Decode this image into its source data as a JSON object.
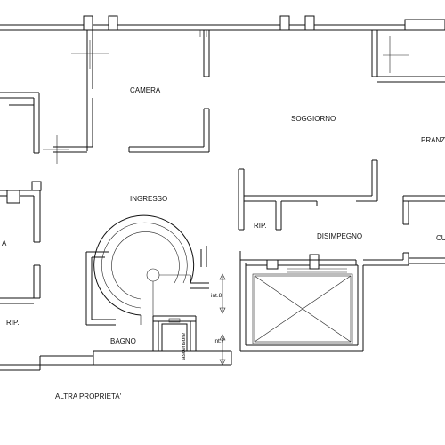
{
  "rooms": {
    "camera": "CAMERA",
    "soggiorno": "SOGGIORNO",
    "pranzo_partial": "PRANZ",
    "ingresso": "INGRESSO",
    "rip_right": "RIP.",
    "disimpegno": "DISIMPEGNO",
    "cucina_partial": "CU",
    "left_partial": "A",
    "rip_left": "RIP.",
    "bagno": "BAGNO",
    "ascensore": "ascensore"
  },
  "markers": {
    "int8": "int.8",
    "int7": "int.7"
  },
  "neighbour": "ALTRA PROPRIETA'"
}
